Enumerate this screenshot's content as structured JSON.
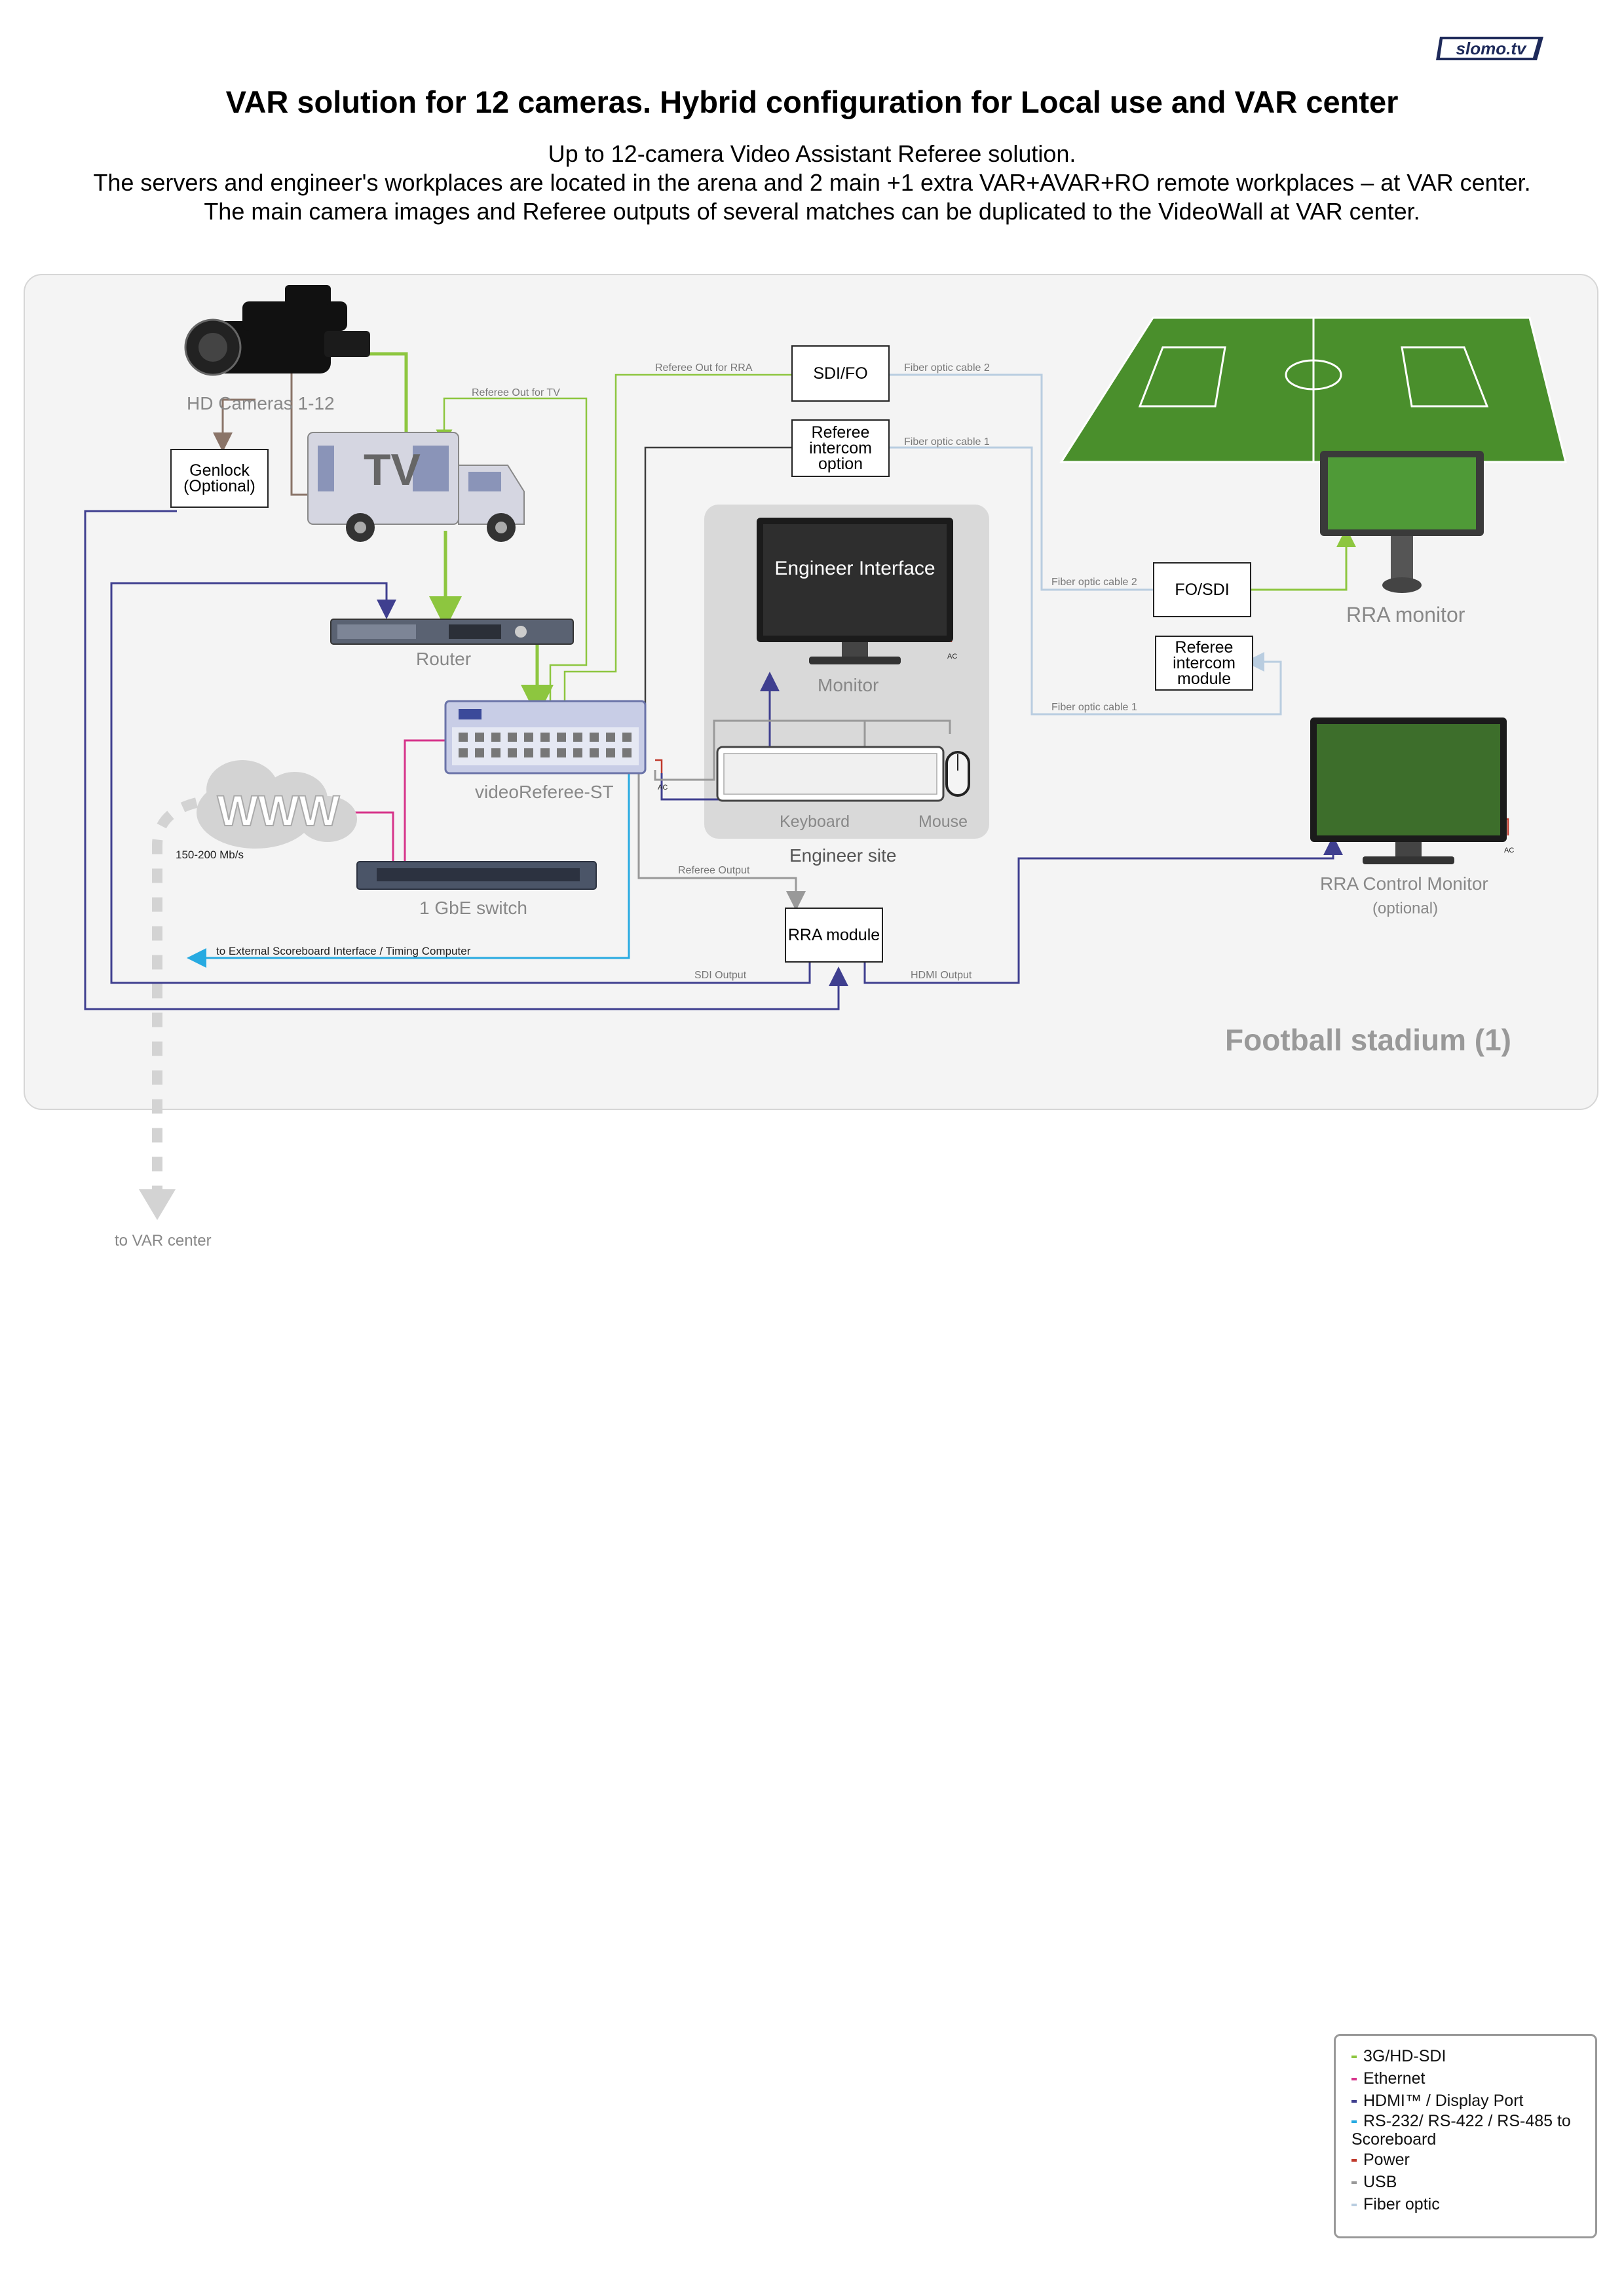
{
  "brand": {
    "logo_text": "slomo.tv"
  },
  "header": {
    "title": "VAR solution for 12 cameras. Hybrid configuration for Local use and VAR center",
    "subtitle_lines": [
      "Up to 12-camera Video Assistant Referee solution.",
      "The servers and engineer's workplaces are located in the arena and 2 main +1 extra VAR+AVAR+RO remote workplaces – at VAR center.",
      "The main camera images and Referee outputs of several matches can be duplicated to the VideoWall at VAR center."
    ]
  },
  "nodes": {
    "cameras": "HD Cameras 1-12",
    "genlock": "Genlock (Optional)",
    "tv_truck": "TV",
    "router": "Router",
    "server": "videoReferee-ST",
    "www": "WWW",
    "bandwidth": "150-200 Mb/s",
    "switch": "1 GbE switch",
    "sdi_fo": "SDI/FO",
    "referee_intercom_option": "Referee intercom option",
    "fo_sdi": "FO/SDI",
    "referee_intercom_module": "Referee intercom module",
    "monitor_screen": "Engineer Interface",
    "monitor": "Monitor",
    "keyboard": "Keyboard",
    "mouse": "Mouse",
    "engineer_site": "Engineer site",
    "rra_module": "RRA module",
    "rra_monitor": "RRA monitor",
    "rra_control_monitor": "RRA Control Monitor",
    "rra_control_optional": "(optional)",
    "stadium": "Football stadium (1)",
    "var_center": "to VAR center",
    "ac": "AC"
  },
  "connections": {
    "referee_out_tv": "Referee Out for TV",
    "referee_out_rra": "Referee Out for RRA",
    "fiber2": "Fiber optic cable 2",
    "fiber1": "Fiber optic cable 1",
    "referee_output": "Referee Output",
    "scoreboard": "to External Scoreboard Interface / Timing Computer",
    "sdi_output": "SDI Output",
    "hdmi_output": "HDMI Output"
  },
  "legend": [
    {
      "label": "3G/HD-SDI",
      "color": "#8dc63f"
    },
    {
      "label": "Ethernet",
      "color": "#d6338a"
    },
    {
      "label": "HDMI™ / Display Port",
      "color": "#3f3f8f"
    },
    {
      "label": "RS-232/ RS-422 / RS-485 to Scoreboard",
      "color": "#27aae1"
    },
    {
      "label": "Power",
      "color": "#c0392b"
    },
    {
      "label": "USB",
      "color": "#999999"
    },
    {
      "label": "Fiber optic",
      "color": "#b9cde0"
    }
  ],
  "colors": {
    "sdi": "#8dc63f",
    "ethernet": "#d6338a",
    "hdmi": "#3f3f8f",
    "rs": "#27aae1",
    "power": "#c0392b",
    "usb": "#999999",
    "fiber": "#b9cde0",
    "genlock": "#8a7468"
  }
}
